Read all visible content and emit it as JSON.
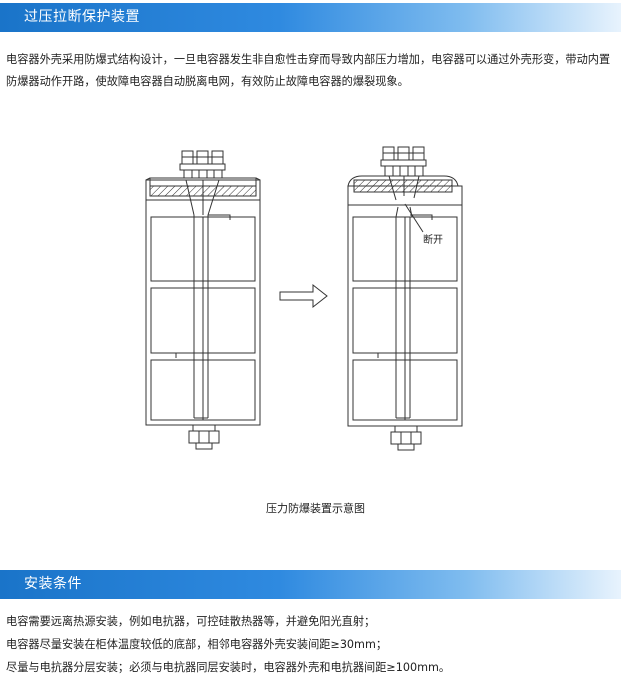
{
  "section1": {
    "title": "过压拉断保护装置",
    "description": "电容器外壳采用防爆式结构设计，一旦电容器发生非自愈性击穿而导致内部压力增加，电容器可以通过外壳形变，带动内置防爆器动作开路，使故障电容器自动脱离电网，有效防止故障电容器的爆裂现象。"
  },
  "diagram": {
    "break_label": "断开",
    "caption": "压力防爆装置示意图"
  },
  "section2": {
    "title": "安装条件",
    "lines": [
      "电容需要远离热源安装，例如电抗器，可控硅散热器等，并避免阳光直射；",
      "电容器尽量安装在柜体温度较低的底部，相邻电容器外壳安装间距≥30mm；",
      "尽量与电抗器分层安装；必须与电抗器同层安装时，电容器外壳和电抗器间距≥100mm。"
    ]
  },
  "colors": {
    "banner": "#1a74c9",
    "text": "#222222",
    "stroke": "#333333"
  }
}
